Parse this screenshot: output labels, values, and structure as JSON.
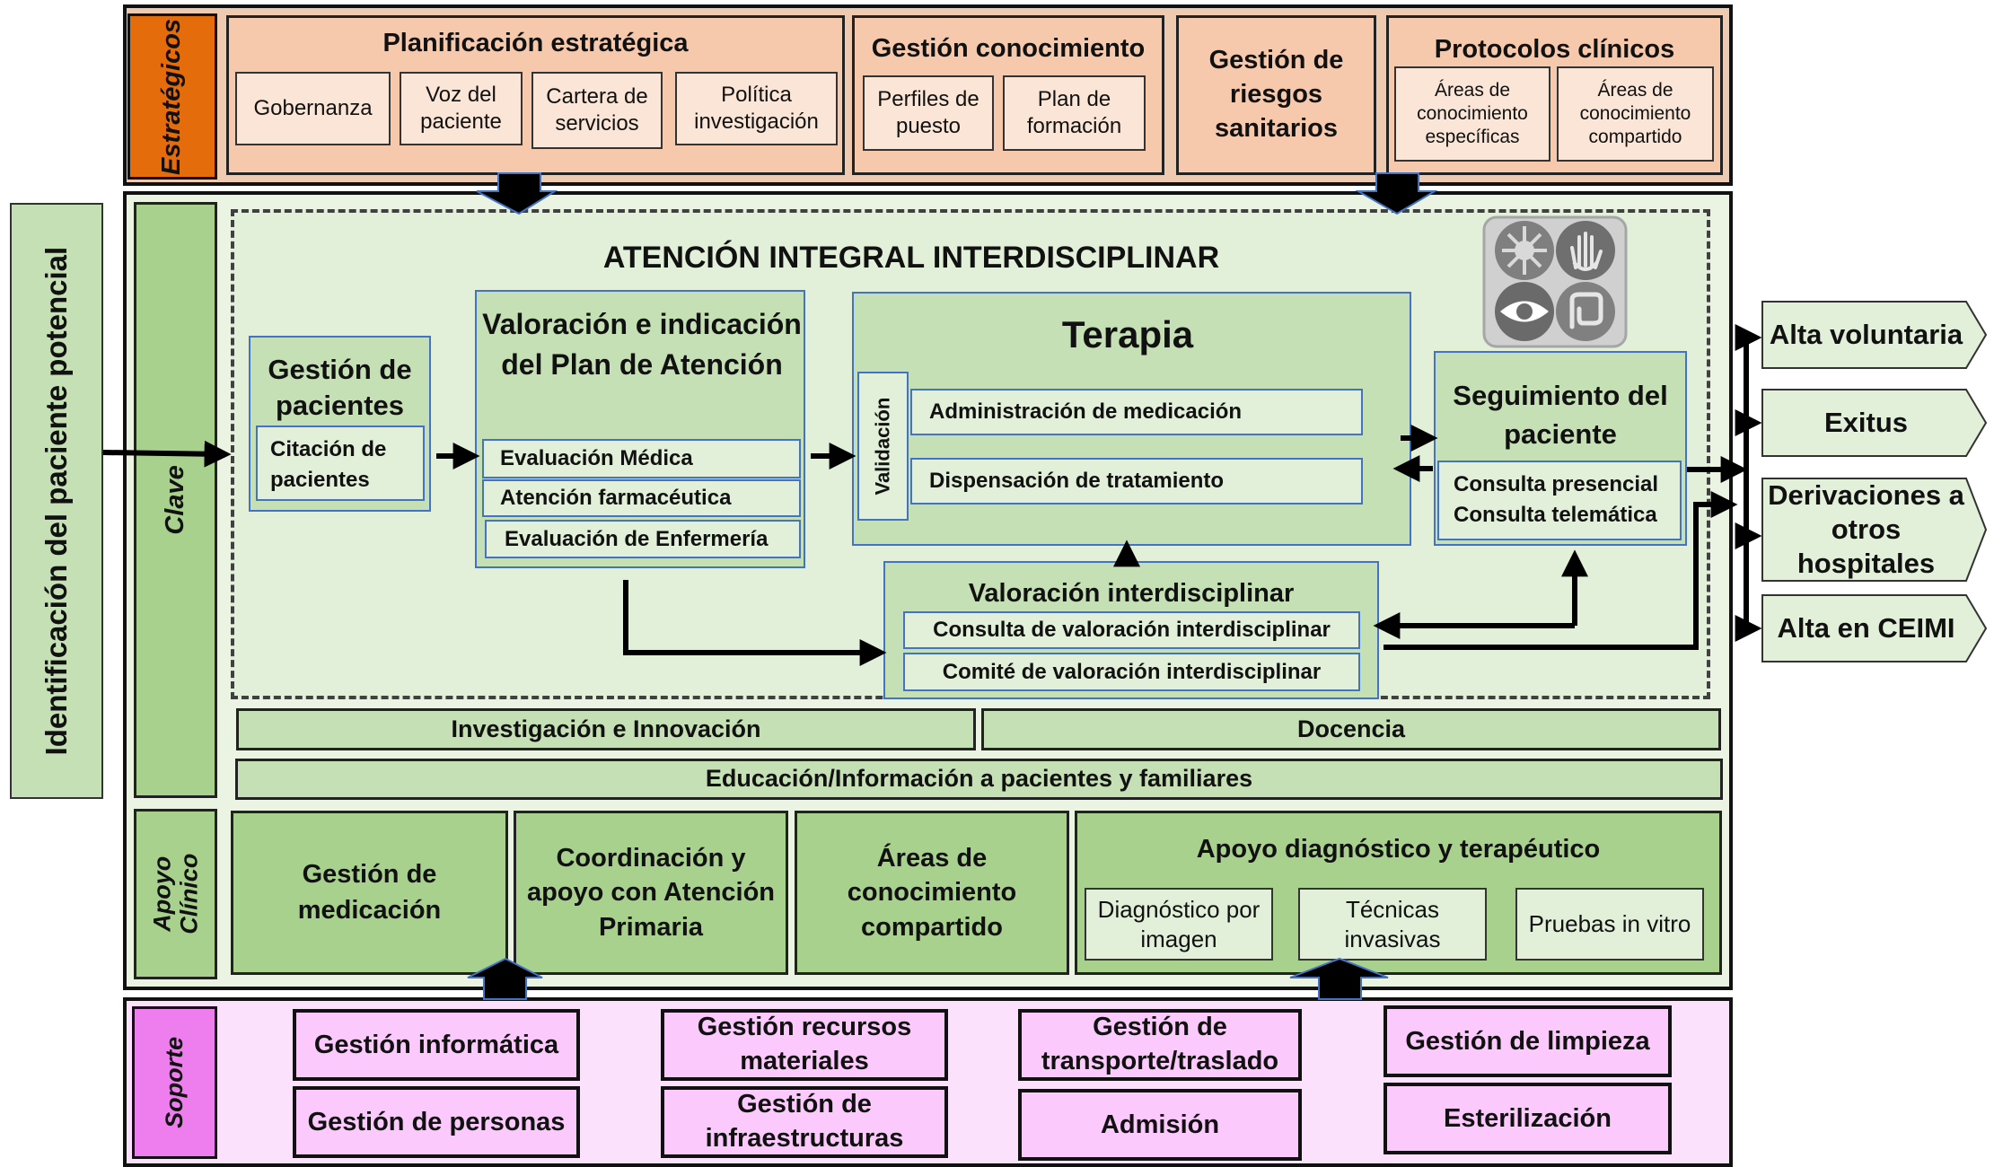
{
  "side_label": "Identificación del paciente potencial",
  "strategic": {
    "label": "Estratégicos",
    "planificacion": {
      "title": "Planificación estratégica",
      "items": [
        "Gobernanza",
        "Voz del paciente",
        "Cartera de servicios",
        "Política investigación"
      ]
    },
    "conocimiento": {
      "title": "Gestión conocimiento",
      "items": [
        "Perfiles de puesto",
        "Plan de formación"
      ]
    },
    "riesgos": "Gestión de riesgos sanitarios",
    "protocolos": {
      "title": "Protocolos clínicos",
      "items": [
        "Áreas de conocimiento específicas",
        "Áreas de conocimiento compartido"
      ]
    }
  },
  "key": {
    "label": "Clave",
    "title": "ATENCIÓN INTEGRAL INTERDISCIPLINAR",
    "gestion_pacientes": {
      "title": "Gestión de pacientes",
      "item": "Citación de pacientes"
    },
    "valoracion": {
      "title": "Valoración e indicación del Plan de Atención",
      "items": [
        "Evaluación Médica",
        "Atención farmacéutica",
        "Evaluación de Enfermería"
      ]
    },
    "terapia": {
      "title": "Terapia",
      "validacion": "Validación",
      "items": [
        "Administración de medicación",
        "Dispensación de tratamiento"
      ]
    },
    "seguimiento": {
      "title": "Seguimiento del paciente",
      "items": [
        "Consulta presencial",
        "Consulta telemática"
      ]
    },
    "interdisciplinar": {
      "title": "Valoración interdisciplinar",
      "items": [
        "Consulta de valoración interdisciplinar",
        "Comité de valoración interdisciplinar"
      ]
    },
    "investigacion": "Investigación e Innovación",
    "docencia": "Docencia",
    "educacion": "Educación/Información a pacientes y familiares"
  },
  "support_clinical": {
    "label": "Apoyo Clínico",
    "medicacion": "Gestión de medicación",
    "coordinacion": "Coordinación y apoyo con Atención Primaria",
    "areas": "Áreas de conocimiento compartido",
    "diagnostico": {
      "title": "Apoyo diagnóstico y terapéutico",
      "items": [
        "Diagnóstico por imagen",
        "Técnicas invasivas",
        "Pruebas in vitro"
      ]
    }
  },
  "support": {
    "label": "Soporte",
    "items": [
      "Gestión informática",
      "Gestión de personas",
      "Gestión recursos materiales",
      "Gestión de infraestructuras",
      "Gestión de transporte/traslado",
      "Admisión",
      "Gestión de limpieza",
      "Esterilización"
    ]
  },
  "exits": [
    "Alta voluntaria",
    "Exitus",
    "Derivaciones a otros hospitales",
    "Alta en CEIMI"
  ],
  "colors": {
    "strategic": "#f6c9ad",
    "key": "#a9d18e",
    "support": "#fcc9fc",
    "accent": "#4472c4"
  }
}
